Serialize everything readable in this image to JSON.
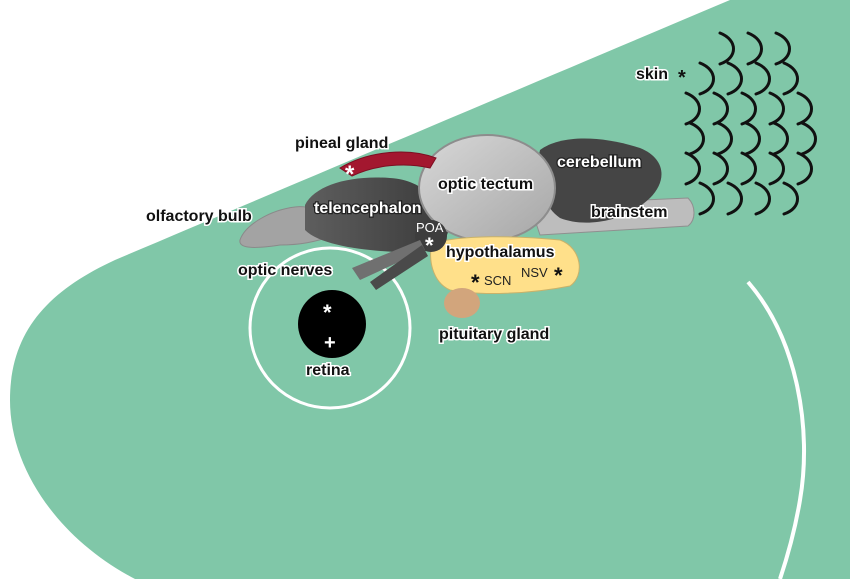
{
  "labels": {
    "pineal_gland": "pineal gland",
    "optic_tectum": "optic tectum",
    "cerebellum": "cerebellum",
    "olfactory_bulb": "olfactory bulb",
    "telencephalon": "telencephalon",
    "brainstem": "brainstem",
    "poa": "POA",
    "hypothalamus": "hypothalamus",
    "scn": "SCN",
    "nsv": "NSV",
    "optic_nerves": "optic nerves",
    "pituitary_gland": "pituitary gland",
    "retina": "retina",
    "skin": "skin"
  },
  "markers": {
    "asterisk": "*",
    "plus": "+"
  },
  "colors": {
    "fish_body": "#80c7a8",
    "pineal": "#a3172f",
    "hypothalamus": "#ffe08a",
    "pituitary": "#d2a57c",
    "eye": "#000000",
    "scales": "#111111"
  }
}
